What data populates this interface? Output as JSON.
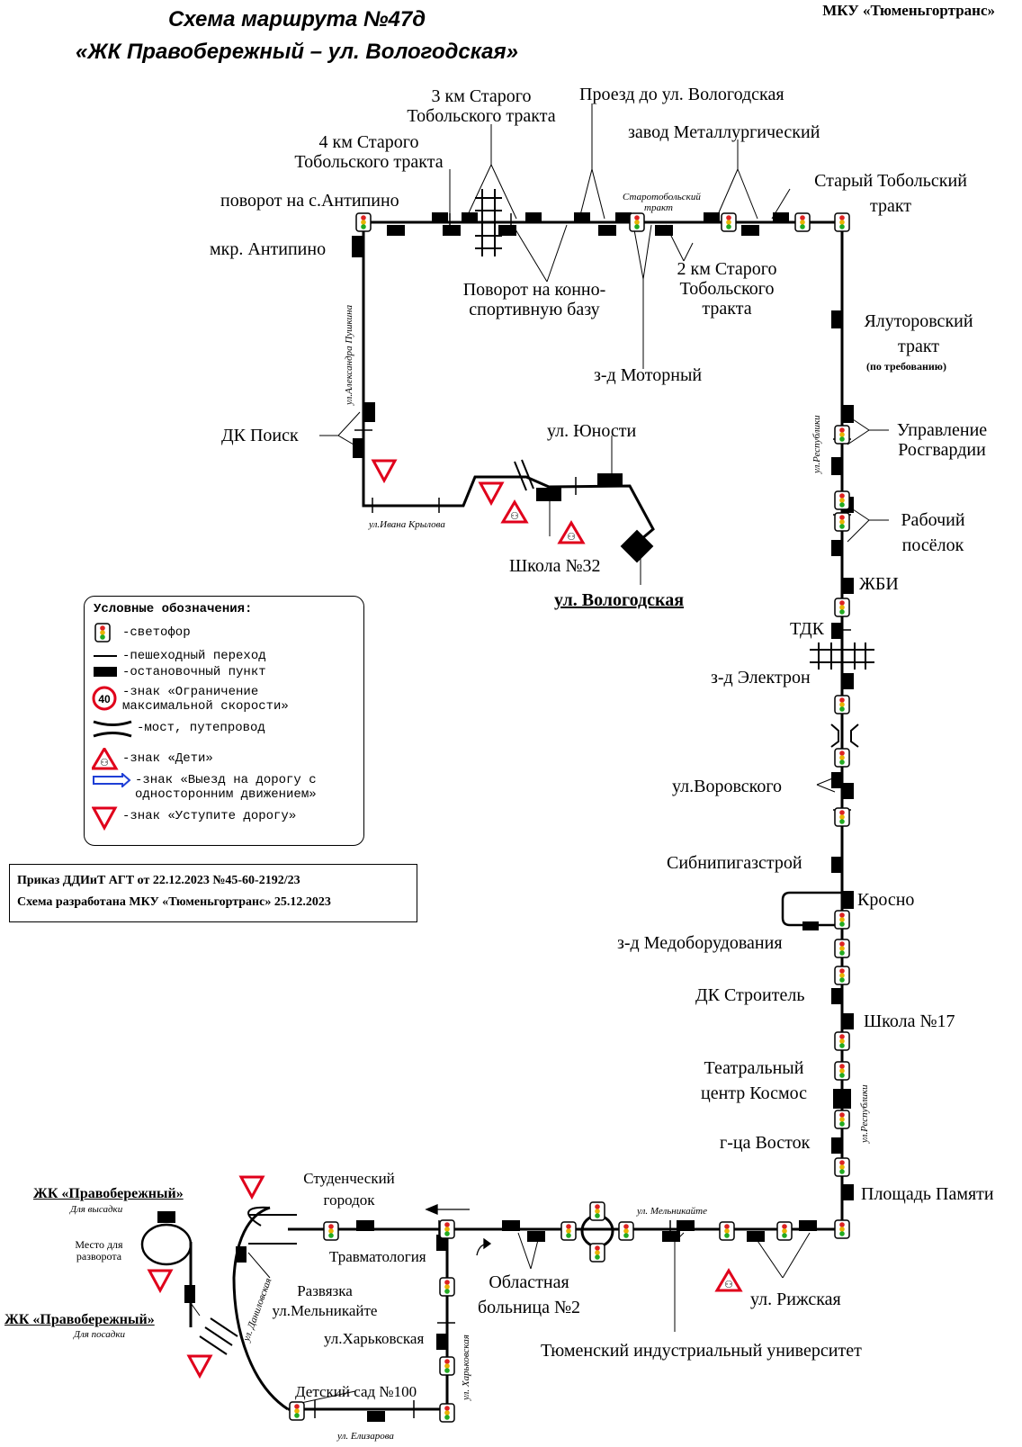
{
  "header": {
    "title_line1": "Схема маршрута №47д",
    "title_line2": "«ЖК Правобережный – ул. Вологодская»",
    "organization": "МКУ «Тюменьгортранс»"
  },
  "stops": {
    "povorot_antipino": "поворот на с.Антипино",
    "km4": "4 км Старого Тобольского тракта",
    "km3": "3 км Старого Тобольского тракта",
    "proezd_vologodskaya": "Проезд до ул. Вологодская",
    "zavod_metall": "завод Металлургический",
    "stary_tobolsky": "Старый Тобольский тракт",
    "mkr_antipino": "мкр. Антипино",
    "povorot_konno": "Поворот на конно-спортивную базу",
    "km2": "2 км Старого Тобольского тракта",
    "zd_motorny": "з-д Моторный",
    "yalutorovsky": "Ялуторовский тракт",
    "po_trebovaniyu": "(по требованию)",
    "dk_poisk": "ДК Поиск",
    "yunosti": "ул. Юности",
    "upr_rosgvardii": "Управление Росгвардии",
    "rabochy": "Рабочий посёлок",
    "shkola32": "Школа №32",
    "vologodskaya": "ул. Вологодская",
    "zhbi": "ЖБИ",
    "tdk": "ТДК",
    "elektron": "з-д Электрон",
    "vorovskogo": "ул.Воровского",
    "sibnipi": "Сибнипигазстрой",
    "krosno": "Кросно",
    "medoborud": "з-д Медоборудования",
    "dk_stroitel": "ДК Строитель",
    "shkola17": "Школа №17",
    "teatr": "Театральный центр Космос",
    "vostok": "г-ца Восток",
    "pl_pamyati": "Площадь Памяти",
    "student": "Студенческий городок",
    "zhk_high": "ЖК «Правобережный»",
    "dlya_vysadki": "Для высадки",
    "mesto_razvorota": "Место для разворота",
    "travmatologia": "Травматология",
    "zhk_low": "ЖК «Правобережный»",
    "dlya_posadki": "Для посадки",
    "razvyazka": "Развязка ул.Мельникайте",
    "oblastnaya": "Областная больница №2",
    "rizhskaya": "ул. Рижская",
    "kharkovskaya": "ул.Харьковская",
    "tiu": "Тюменский индустриальный университет",
    "detsad": "Детский сад №100"
  },
  "streets": {
    "pushkina": "ул.Александра Пушкина",
    "starotobolsky": "Старотобольский тракт",
    "ivana_krylova": "ул.Ивана Крылова",
    "respubliki_top": "ул.Республики",
    "respubliki_bottom": "ул.Республики",
    "melnikaite": "ул. Мельникайте",
    "danilovskaya": "ул. Даниловская",
    "kharkovskaya_st": "ул. Харьковская",
    "elizarova": "ул. Елизарова"
  },
  "legend": {
    "title": "Условные обозначения:",
    "traffic_light": "-светофор",
    "crossing": "-пешеходный переход",
    "stop": "-остановочный пункт",
    "speed_limit": "-знак «Ограничение\nмаксимальной скорости»",
    "speed_value": "40",
    "bridge": "-мост, путепровод",
    "children": "-знак «Дети»",
    "oneway": "-знак «Выезд на дорогу с\nодносторонним движением»",
    "yield": "-знак «Уступите дорогу»"
  },
  "order": {
    "line1": "Приказ ДДИиТ АГТ от 22.12.2023 №45-60-2192/23",
    "line2": "Схема разработана МКУ «Тюменьгортранс» 25.12.2023"
  },
  "colors": {
    "route": "#000000",
    "sign_red": "#e0001b",
    "oneway_blue": "#1f3fd6"
  },
  "icons": [
    "traffic-light-icon",
    "stop-icon",
    "yield-sign-icon",
    "children-sign-icon",
    "speed-limit-icon",
    "bridge-icon",
    "oneway-sign-icon"
  ]
}
